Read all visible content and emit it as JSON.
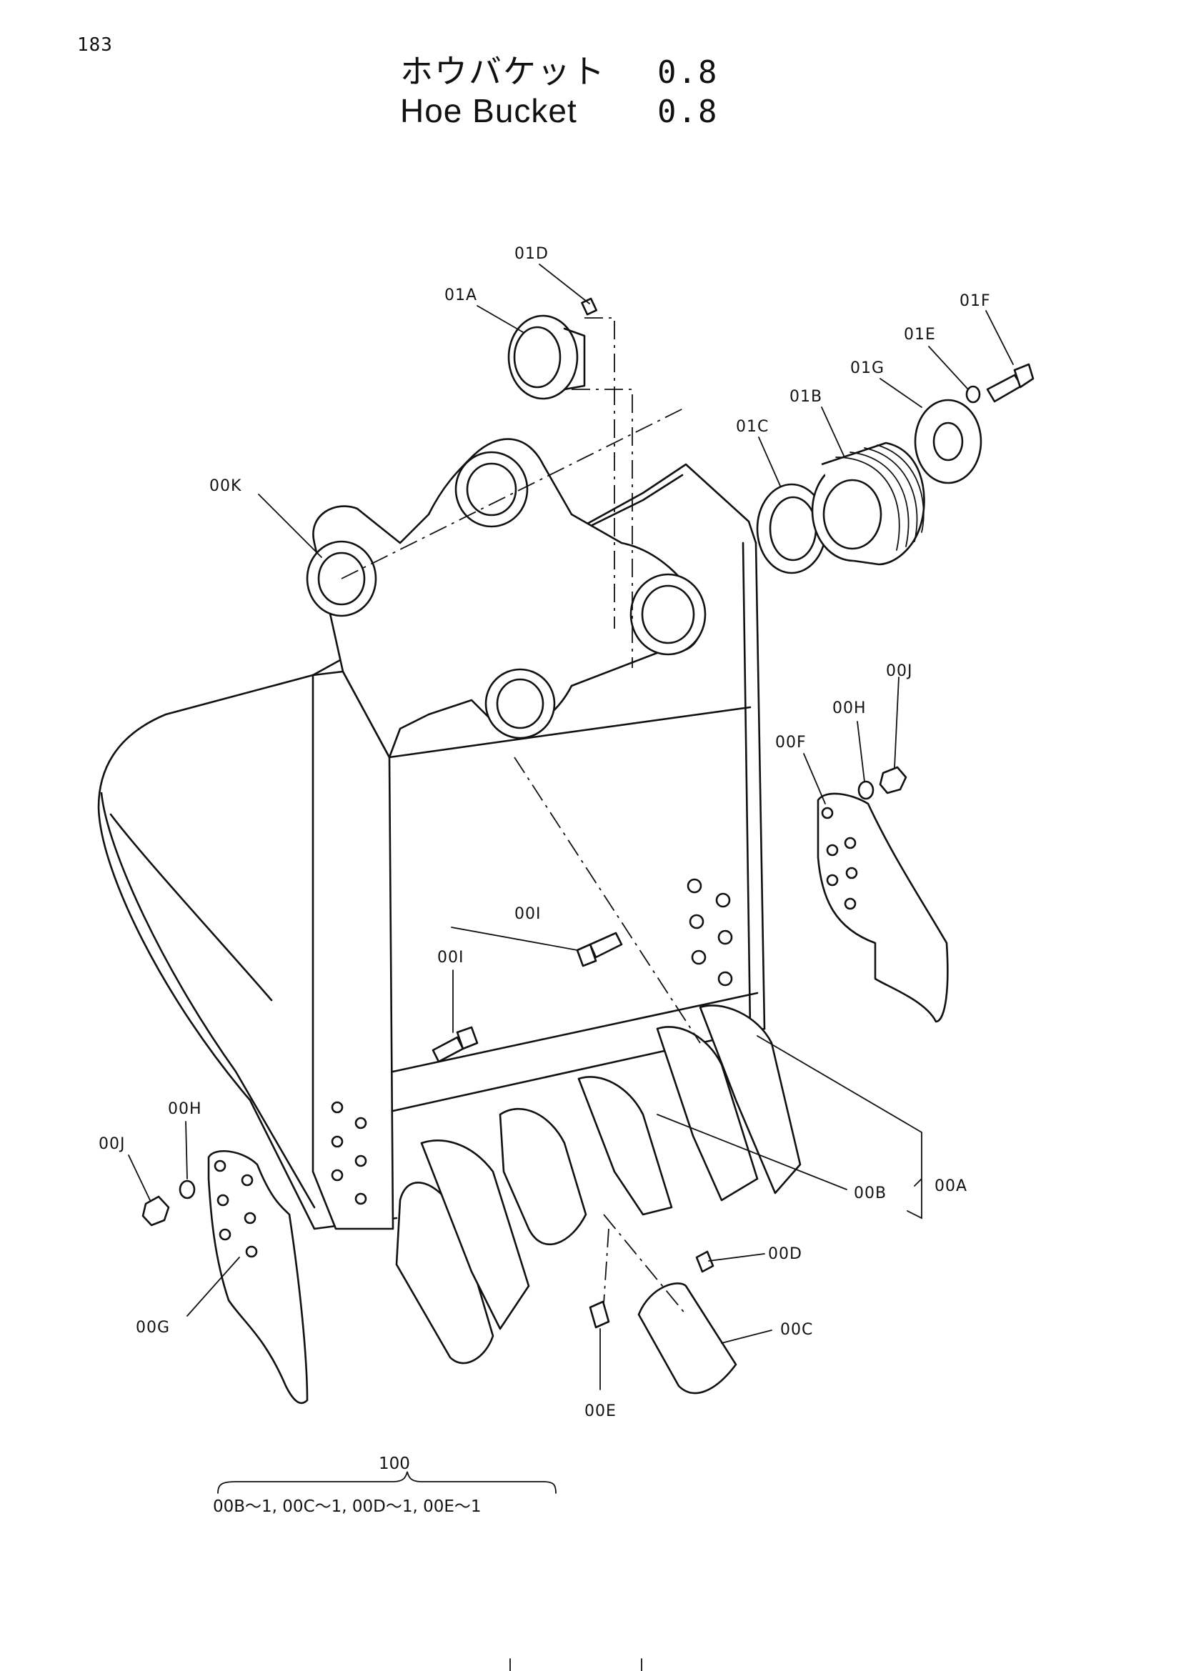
{
  "page_number": "183",
  "title_ja": "ホウバケット",
  "title_en": "Hoe Bucket",
  "bucket_size": "0.8",
  "parts": {
    "p00A": "00A",
    "p00B": "00B",
    "p00C": "00C",
    "p00D": "00D",
    "p00E": "00E",
    "p00F": "00F",
    "p00G": "00G",
    "p00H": "00H",
    "p00I": "00I",
    "p00J": "00J",
    "p00K": "00K",
    "p01A": "01A",
    "p01B": "01B",
    "p01C": "01C",
    "p01D": "01D",
    "p01E": "01E",
    "p01F": "01F",
    "p01G": "01G"
  },
  "set": {
    "number": "100",
    "contents": "00B～1, 00C～1, 00D～1, 00E～1"
  }
}
